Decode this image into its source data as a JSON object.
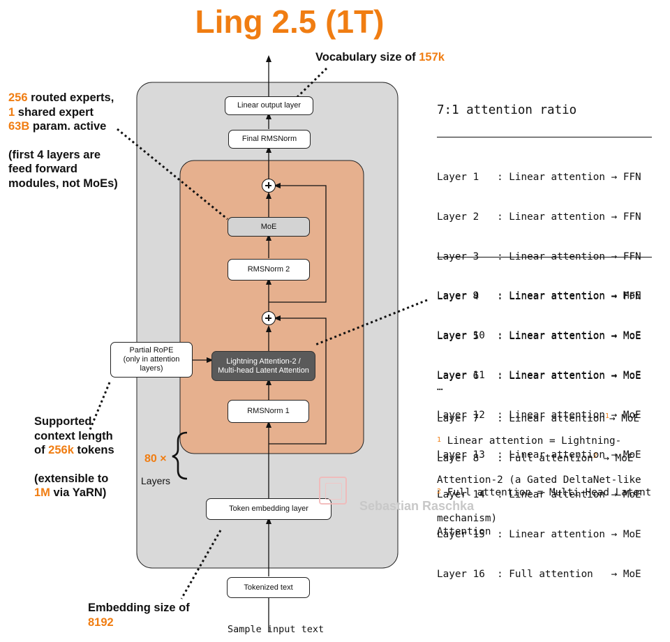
{
  "title": "Ling 2.5 (1T)",
  "vocab": {
    "prefix": "Vocabulary size of ",
    "value": "157k"
  },
  "experts": {
    "routed_num": "256",
    "routed_text": " routed experts,",
    "shared_num": "1",
    "shared_text": " shared expert",
    "active_num": "63B",
    "active_text": " param. active",
    "note_line1": "(first 4 layers are",
    "note_line2": "feed forward",
    "note_line3": "modules, not MoEs)"
  },
  "context": {
    "line1": "Supported",
    "line2": "context length",
    "line3_prefix": "of ",
    "line3_value": "256k",
    "line3_suffix": " tokens",
    "line4": "(extensible to",
    "line5_value": "1M",
    "line5_suffix": " via YaRN)"
  },
  "embedding": {
    "line1": "Embedding size of",
    "value": "8192"
  },
  "repeat": {
    "count": "80 ×",
    "label": "Layers"
  },
  "blocks": {
    "linear_output": "Linear output layer",
    "final_norm": "Final RMSNorm",
    "moe": "MoE",
    "norm2": "RMSNorm 2",
    "attention_line1": "Lightning Attention-2 /",
    "attention_line2": "Multi-head Latent Attention",
    "norm1": "RMSNorm 1",
    "token_embedding": "Token embedding layer",
    "tokenized": "Tokenized text",
    "rope_line1": "Partial RoPE",
    "rope_line2": "(only in attention",
    "rope_line3": "layers)"
  },
  "input_text": "Sample input text",
  "ratio": "7:1 attention ratio",
  "layers_group1": [
    {
      "text": "Layer 1   : Linear attention → FFN",
      "sup": ""
    },
    {
      "text": "Layer 2   : Linear attention → FFN",
      "sup": ""
    },
    {
      "text": "Layer 3   : Linear attention → FFN",
      "sup": ""
    },
    {
      "text": "Layer 4   : Linear attention → FFN",
      "sup": ""
    },
    {
      "text": "Layer 5   : Linear attention → MoE",
      "sup": ""
    },
    {
      "text": "Layer 6   : Linear attention → MoE",
      "sup": ""
    },
    {
      "text": "Layer 7   : Linear attention",
      "sup": "1",
      "tail": "→ MoE"
    },
    {
      "text": "Layer 8   : Full attention",
      "sup": "2",
      "tail": " → MoE"
    }
  ],
  "layers_group2": [
    {
      "text": "Layer 9   : Linear attention → MoE",
      "sup": ""
    },
    {
      "text": "Layer 10  : Linear attention → MoE",
      "sup": ""
    },
    {
      "text": "Layer 11  : Linear attention → MoE",
      "sup": ""
    },
    {
      "text": "Layer 12  : Linear attention → MoE",
      "sup": ""
    },
    {
      "text": "Layer 13  : Linear attention → MoE",
      "sup": ""
    },
    {
      "text": "Layer 14  : Linear attention → MoE",
      "sup": ""
    },
    {
      "text": "Layer 15  : Linear attention → MoE",
      "sup": ""
    },
    {
      "text": "Layer 16  : Full attention   → MoE",
      "sup": ""
    }
  ],
  "ellipsis": "…",
  "footnote1": {
    "mark": "1",
    "line1": " Linear attention = Lightning-",
    "line2": "Attention-2 (a Gated DeltaNet-like",
    "line3": "mechanism)"
  },
  "footnote2": {
    "mark": "2",
    "line1": " Full attention = Multi-Head Latent",
    "line2": "Attention"
  },
  "watermark": "Sebastian Raschka",
  "colors": {
    "accent": "#f07d12",
    "outer_panel": "#d9d9d9",
    "block_panel": "#e6b08e",
    "attention_box": "#5a5a5a",
    "moe_box": "#d3d3d3"
  }
}
